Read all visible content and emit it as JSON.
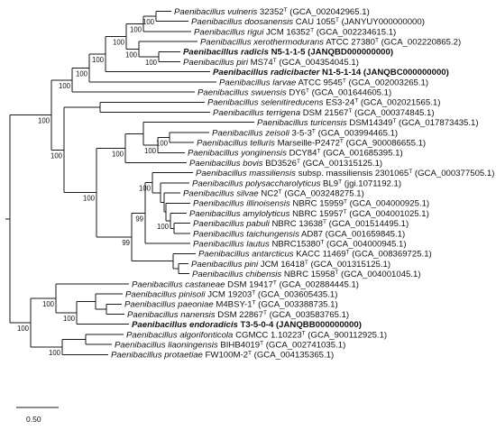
{
  "tree": {
    "leaves": [
      {
        "id": "vulneris",
        "species": "Paenibacillus vulneris",
        "strain": "32352",
        "type_strain": true,
        "accession": "(GCA_002042965.1)",
        "bold": false
      },
      {
        "id": "doosanensis",
        "species": "Paenibacillus doosanensis",
        "strain": "CAU 1055",
        "type_strain": true,
        "accession": "(JANYUY000000000)",
        "bold": false
      },
      {
        "id": "rigui",
        "species": "Paenibacillus rigui",
        "strain": "JCM 16352",
        "type_strain": true,
        "accession": "(GCA_002234615.1)",
        "bold": false
      },
      {
        "id": "xerothermodurans",
        "species": "Paenibacillus xerothermodurans",
        "strain": "ATCC 27380",
        "type_strain": true,
        "accession": "(GCA_002220865.2)",
        "bold": false
      },
      {
        "id": "radicis",
        "species": "Paenibacillus radicis",
        "strain": "N5-1-1-5",
        "type_strain": false,
        "accession": "(JANQBD000000000)",
        "bold": true
      },
      {
        "id": "piri",
        "species": "Paenibacillus piri",
        "strain": "MS74",
        "type_strain": true,
        "accession": "(GCA_004354045.1)",
        "bold": false
      },
      {
        "id": "radicibacter",
        "species": "Paenibacillus radicibacter",
        "strain": "N1-5-1-14",
        "type_strain": false,
        "accession": "(JANQBC000000000)",
        "bold": true
      },
      {
        "id": "larvae",
        "species": "Paenibacillus larvae",
        "strain": "ATCC 9545",
        "type_strain": true,
        "accession": "(GCA_002003265.1)",
        "bold": false
      },
      {
        "id": "swuensis",
        "species": "Paenibacillus swuensis",
        "strain": "DY6",
        "type_strain": true,
        "accession": "(GCA_001644605.1)",
        "bold": false
      },
      {
        "id": "selenitireducens",
        "species": "Paenibacillus selenitireducens",
        "strain": "ES3-24",
        "type_strain": true,
        "accession": "(GCA_002021565.1)",
        "bold": false
      },
      {
        "id": "terrigena",
        "species": "Paenibacillus terrigena",
        "strain": "DSM 21567",
        "type_strain": true,
        "accession": "(GCA_000374845.1)",
        "bold": false
      },
      {
        "id": "turicensis",
        "species": "Paenibacillus turicensis",
        "strain": "DSM14349",
        "type_strain": true,
        "accession": "(GCA_017873435.1)",
        "bold": false
      },
      {
        "id": "zeisoli",
        "species": "Paenibacillus zeisoli",
        "strain": "3-5-3",
        "type_strain": true,
        "accession": "(GCA_003994465.1)",
        "bold": false
      },
      {
        "id": "telluris",
        "species": "Paenibacillus telluris",
        "strain": "Marseille-P2472",
        "type_strain": true,
        "accession": "(GCA_900086655.1)",
        "bold": false
      },
      {
        "id": "yonginensis",
        "species": "Paenibacillus yonginensis",
        "strain": "DCY84",
        "type_strain": true,
        "accession": "(GCA_001685395.1)",
        "bold": false
      },
      {
        "id": "bovis",
        "species": "Paenibacillus bovis",
        "strain": "BD3526",
        "type_strain": true,
        "accession": "(GCA_001315125.1)",
        "bold": false
      },
      {
        "id": "massiliensis",
        "species": "Paenibacillus massiliensis",
        "strain": "subsp. massiliensis 2301065",
        "type_strain": true,
        "accession": "(GCA_000377505.1)",
        "bold": false
      },
      {
        "id": "polysaccharolyticus",
        "species": "Paenibacillus polysaccharolyticus",
        "strain": "BL9",
        "type_strain": true,
        "accession": "(jgi.1071192.1)",
        "bold": false
      },
      {
        "id": "silvae",
        "species": "Paenibacillus silvae",
        "strain": "NC2",
        "type_strain": true,
        "accession": "(GCA_003248275.1)",
        "bold": false
      },
      {
        "id": "illinoisensis",
        "species": "Paenibacillus illinoisensis",
        "strain": "NBRC 15959",
        "type_strain": true,
        "accession": "(GCA_004000925.1)",
        "bold": false
      },
      {
        "id": "amylolyticus",
        "species": "Paenibacillus amylolyticus",
        "strain": "NBRC 15957",
        "type_strain": true,
        "accession": "(GCA_004001025.1)",
        "bold": false
      },
      {
        "id": "pabuli",
        "species": "Paenibacillus pabuli",
        "strain": "NBRC 13638",
        "type_strain": true,
        "accession": "(GCA_001514495.1)",
        "bold": false
      },
      {
        "id": "taichungensis",
        "species": "Paenibacillus taichungensis",
        "strain": "AD87",
        "type_strain": false,
        "accession": "(GCA_001659845.1)",
        "bold": false
      },
      {
        "id": "lautus",
        "species": "Paenibacillus lautus",
        "strain": "NBRC15380",
        "type_strain": true,
        "accession": "(GCA_004000945.1)",
        "bold": false
      },
      {
        "id": "antarcticus",
        "species": "Paenibacillus antarcticus",
        "strain": "KACC 11469",
        "type_strain": true,
        "accession": "(GCA_008369725.1)",
        "bold": false
      },
      {
        "id": "pini",
        "species": "Paenibacillus pini",
        "strain": "JCM 16418",
        "type_strain": true,
        "accession": "(GCA_001315125.1)",
        "bold": false
      },
      {
        "id": "chibensis",
        "species": "Paenibacillus chibensis",
        "strain": "NBRC 15958",
        "type_strain": true,
        "accession": "(GCA_004001045.1)",
        "bold": false
      },
      {
        "id": "castaneae",
        "species": "Paenibacillus castaneae",
        "strain": "DSM 19417",
        "type_strain": true,
        "accession": "(GCA_002884445.1)",
        "bold": false
      },
      {
        "id": "pinisoli",
        "species": "Paenibacillus pinisoli",
        "strain": "JCM 19203",
        "type_strain": true,
        "accession": "(GCA_003605435.1)",
        "bold": false
      },
      {
        "id": "paeoniae",
        "species": "Paenibacillus paeoniae",
        "strain": "M4BSY-1",
        "type_strain": true,
        "accession": "(GCA_003388735.1)",
        "bold": false
      },
      {
        "id": "nanensis",
        "species": "Paenibacillus nanensis",
        "strain": "DSM 22867",
        "type_strain": true,
        "accession": "(GCA_003583765.1)",
        "bold": false
      },
      {
        "id": "endoradicis",
        "species": "Paenibacillus endoradicis",
        "strain": "T3-5-0-4",
        "type_strain": false,
        "accession": "(JANQBB000000000)",
        "bold": true
      },
      {
        "id": "algorifonticola",
        "species": "Paenibacillus algorifonticola",
        "strain": "CGMCC 1.10223",
        "type_strain": true,
        "accession": "(GCA_900112925.1)",
        "bold": false
      },
      {
        "id": "liaoningensis",
        "species": "Paenibacillus liaoningensis",
        "strain": "BIHB4019",
        "type_strain": true,
        "accession": "(GCA_002741035.1)",
        "bold": false
      },
      {
        "id": "protaetiae",
        "species": "Paenibacillus protaetiae",
        "strain": "FW100M-2",
        "type_strain": true,
        "accession": "(GCA_004135365.1)",
        "bold": false
      }
    ],
    "type_mark": "T",
    "bootstrap_values": [
      "100",
      "100",
      "100",
      "100",
      "100",
      "100",
      "100",
      "100",
      "100",
      "100",
      "100",
      "100",
      "100",
      "100",
      "99",
      "100",
      "99",
      "100",
      "100",
      "100",
      "100",
      "100",
      "100",
      "100"
    ],
    "scale_bar": {
      "label": "0.50",
      "length": 0.5
    },
    "colors": {
      "lines": "#1a1a1a",
      "text": "#111111",
      "background": "#ffffff"
    }
  }
}
